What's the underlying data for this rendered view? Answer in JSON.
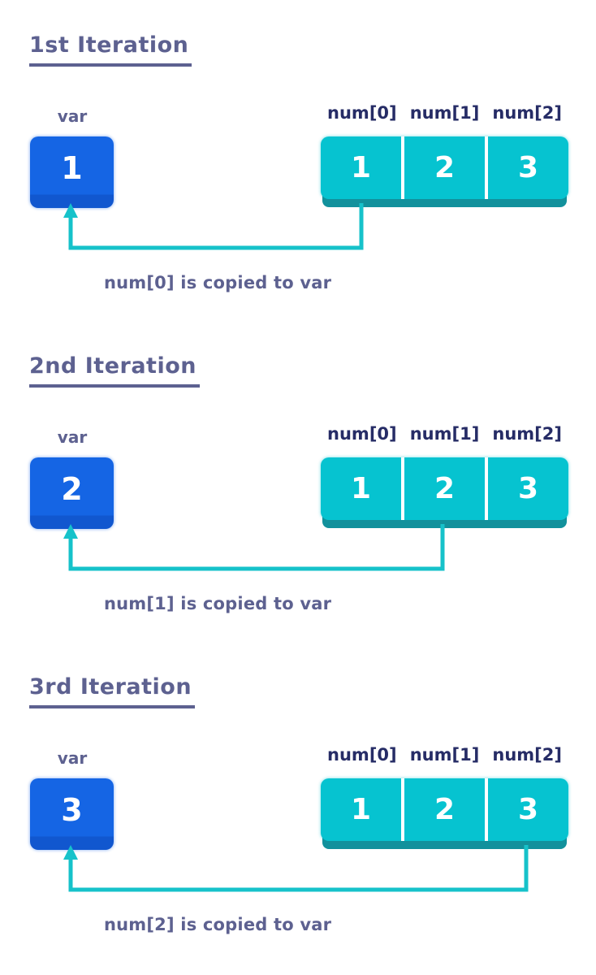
{
  "colors": {
    "slate": "#5d6190",
    "navy": "#262c66",
    "blue": "#1565e4",
    "blue_dark": "#1157cf",
    "teal": "#06c3d0",
    "teal_dark": "#12919c",
    "arrow": "#16c2ca",
    "cell_text": "#ffffff",
    "background": "#ffffff"
  },
  "sections": [
    {
      "title": "1st Iteration",
      "var_label": "var",
      "var_value": "1",
      "cell_labels": [
        "num[0]",
        "num[1]",
        "num[2]"
      ],
      "cell_values": [
        "1",
        "2",
        "3"
      ],
      "arrow_from_cell": 0,
      "caption": "num[0] is copied to var"
    },
    {
      "title": "2nd Iteration",
      "var_label": "var",
      "var_value": "2",
      "cell_labels": [
        "num[0]",
        "num[1]",
        "num[2]"
      ],
      "cell_values": [
        "1",
        "2",
        "3"
      ],
      "arrow_from_cell": 1,
      "caption": "num[1] is copied to var"
    },
    {
      "title": "3rd Iteration",
      "var_label": "var",
      "var_value": "3",
      "cell_labels": [
        "num[0]",
        "num[1]",
        "num[2]"
      ],
      "cell_values": [
        "1",
        "2",
        "3"
      ],
      "arrow_from_cell": 2,
      "caption": "num[2] is copied to var"
    }
  ]
}
